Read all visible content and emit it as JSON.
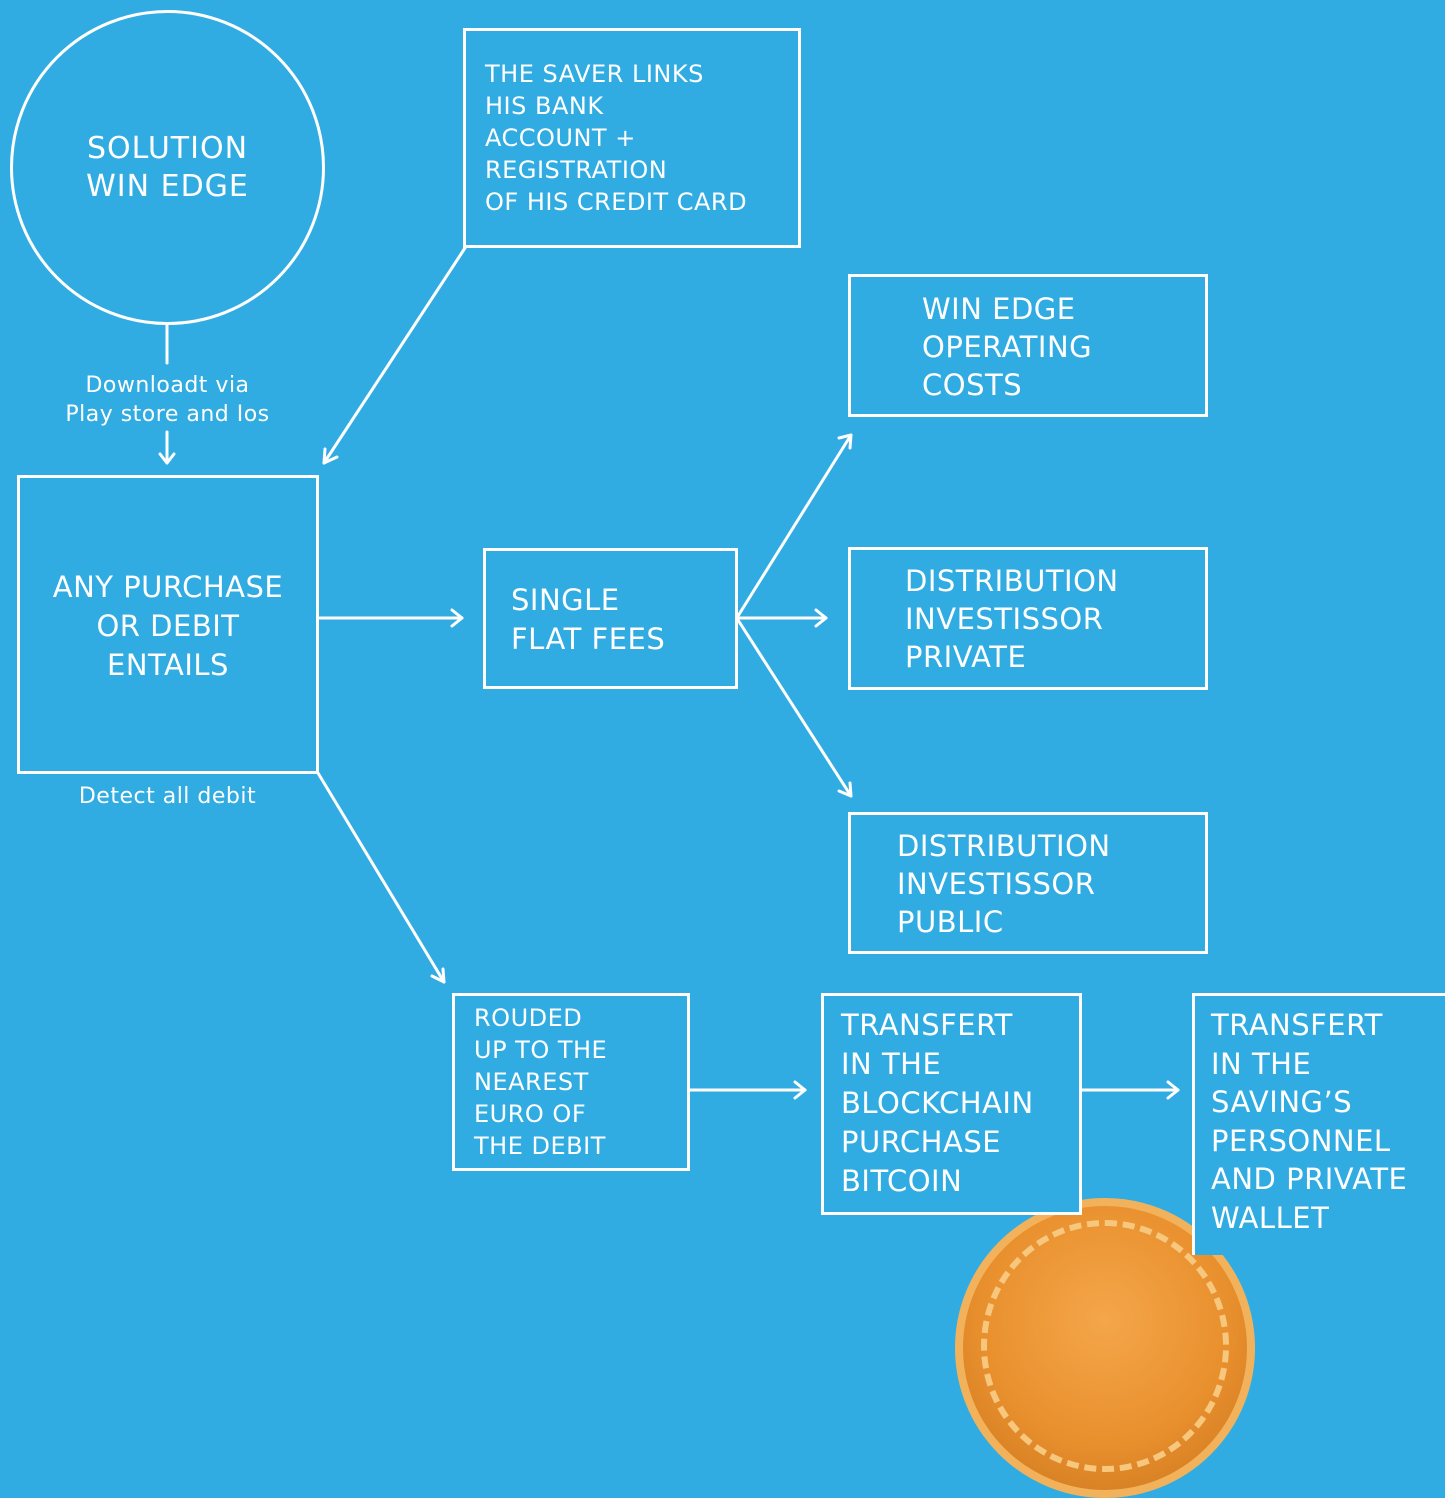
{
  "solution": {
    "line1": "SOLUTION",
    "line2": "WIN EDGE"
  },
  "download_caption": {
    "line1": "Downloadt via",
    "line2": "Play store and Ios"
  },
  "saver_box": {
    "lines": [
      "THE SAVER LINKS",
      "HIS BANK",
      "ACCOUNT +",
      "REGISTRATION",
      "OF HIS CREDIT CARD"
    ]
  },
  "purchase_box": {
    "lines": [
      "ANY PURCHASE",
      "OR DEBIT",
      "ENTAILS"
    ]
  },
  "detect_caption": "Detect all debit",
  "fees_box": {
    "lines": [
      "SINGLE",
      "FLAT FEES"
    ]
  },
  "operating_box": {
    "lines": [
      "WIN EDGE",
      "OPERATING",
      "COSTS"
    ]
  },
  "private_box": {
    "lines": [
      "DISTRIBUTION",
      "INVESTISSOR",
      "PRIVATE"
    ]
  },
  "public_box": {
    "lines": [
      "DISTRIBUTION",
      "INVESTISSOR",
      "PUBLIC"
    ]
  },
  "rounded_box": {
    "lines": [
      "ROUDED",
      "UP TO THE",
      "NEAREST",
      "EURO OF",
      "THE DEBIT"
    ]
  },
  "blockchain_box": {
    "lines": [
      "TRANSFERT",
      "IN THE",
      "BLOCKCHAIN",
      "PURCHASE",
      "BITCOIN"
    ]
  },
  "wallet_box": {
    "lines": [
      "TRANSFERT",
      "IN THE",
      "SAVING’S",
      "PERSONNEL",
      "AND PRIVATE",
      "WALLET"
    ]
  },
  "colors": {
    "background": "#31ACE2",
    "foreground": "#ffffff",
    "coin": "#E9902E"
  }
}
